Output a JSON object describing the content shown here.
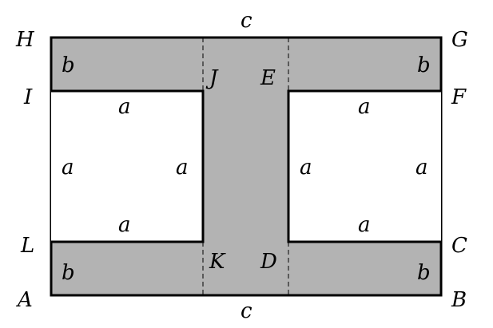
{
  "colors": {
    "fill": "#b3b3b3",
    "stroke": "#000000"
  },
  "vertices": {
    "H": "H",
    "G": "G",
    "I": "I",
    "F": "F",
    "L": "L",
    "C": "C",
    "A": "A",
    "B": "B",
    "J": "J",
    "E": "E",
    "K": "K",
    "D": "D"
  },
  "lengths": {
    "a": "a",
    "b": "b",
    "c": "c"
  }
}
